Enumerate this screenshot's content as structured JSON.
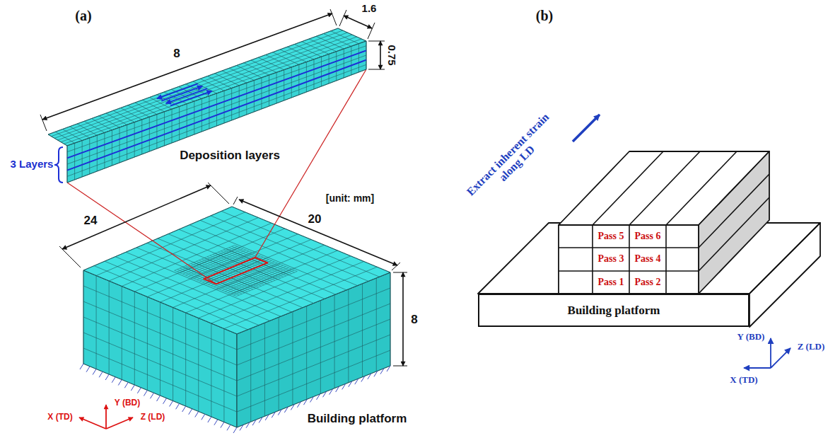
{
  "diagram": {
    "nodes": [
      {
        "text": [
          "Pass 5"
        ]
      },
      {
        "text": [
          "Pass 6"
        ]
      },
      {
        "text": [
          "Pass 3"
        ]
      },
      {
        "text": [
          "Pass 4"
        ]
      },
      {
        "text": [
          "Pass 1"
        ]
      },
      {
        "text": [
          "Pass 2"
        ]
      },
      {
        "text": [
          "Building platform"
        ]
      }
    ],
    "labels": [
      "(a)",
      "8",
      "1.6",
      "0.75",
      "3 Layers",
      "Deposition layers",
      "[unit: mm]",
      "24",
      "20",
      "8",
      "Building platform",
      "Y (BD)",
      "X (TD)",
      "Z (LD)",
      "(b)",
      "Extract inherent strain along LD",
      "Y (BD)",
      "Z (LD)",
      "X (TD)"
    ]
  }
}
